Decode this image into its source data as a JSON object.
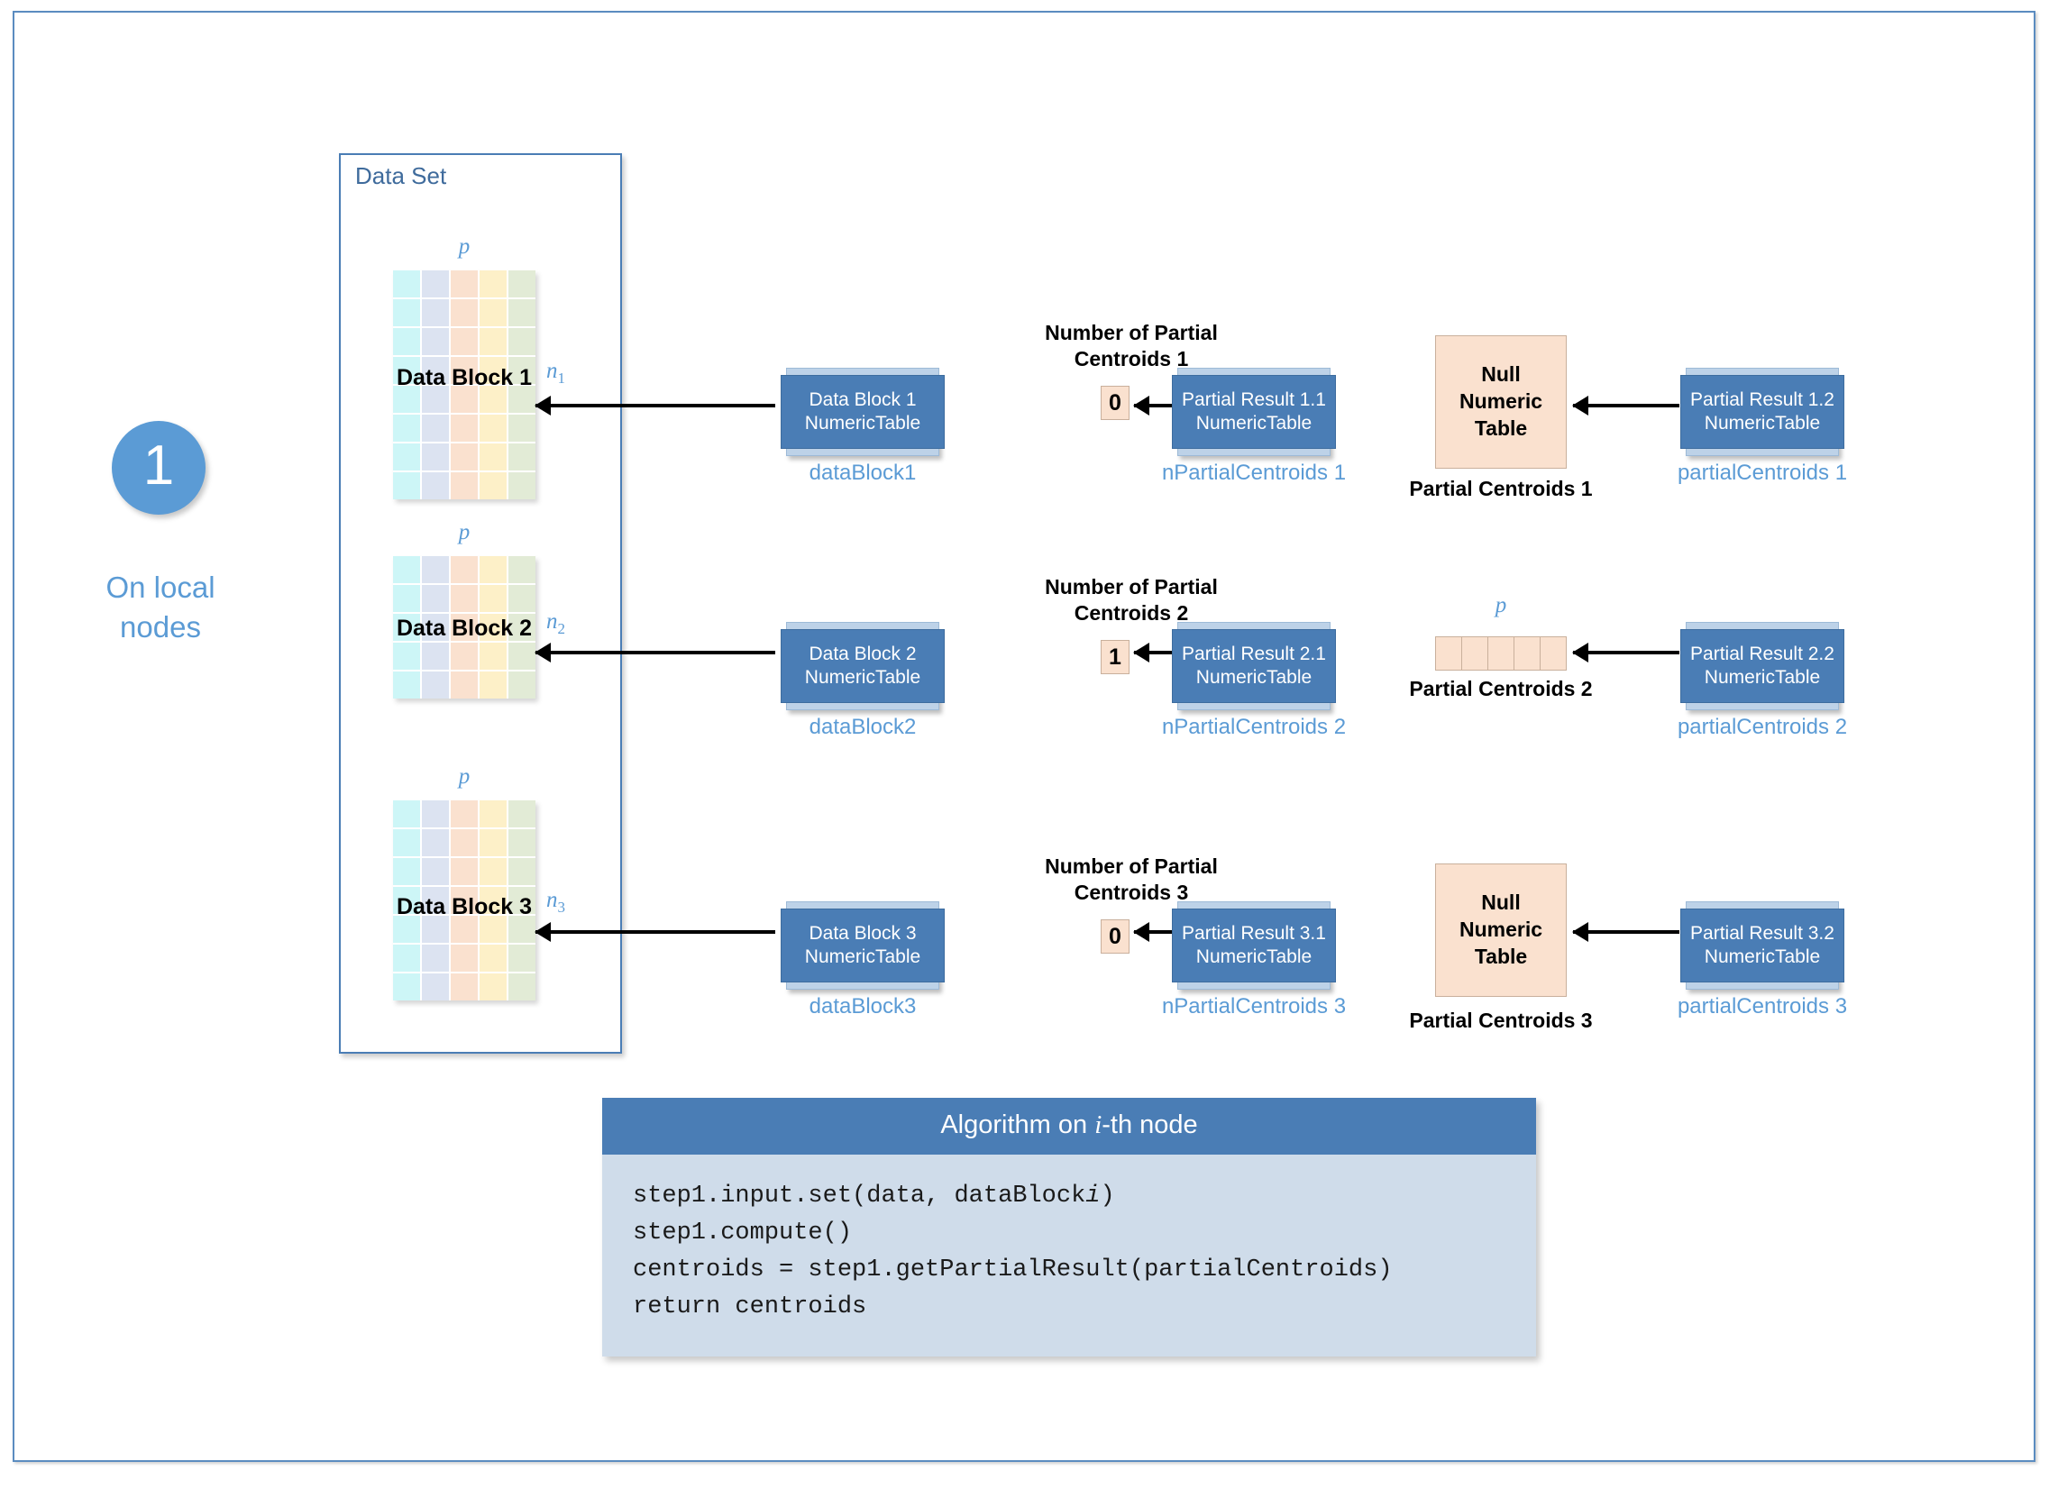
{
  "step": {
    "number": "1",
    "caption": "On local\nnodes"
  },
  "dataset": {
    "title": "Data Set",
    "blocks": [
      {
        "p_label": "p",
        "name": "Data Block 1",
        "n_label": "n",
        "n_sub": "1",
        "rows": 8,
        "cols": 5
      },
      {
        "p_label": "p",
        "name": "Data Block 2",
        "n_label": "n",
        "n_sub": "2",
        "rows": 5,
        "cols": 5
      },
      {
        "p_label": "p",
        "name": "Data Block 3",
        "n_label": "n",
        "n_sub": "3",
        "rows": 7,
        "cols": 5
      }
    ]
  },
  "rows": [
    {
      "data_block_table": {
        "line1": "Data Block 1",
        "line2": "NumericTable"
      },
      "data_block_caption": "dataBlock1",
      "npc_heading": "Number of Partial\nCentroids 1",
      "npc_value": "0",
      "npc_table": {
        "line1": "Partial Result 1.1",
        "line2": "NumericTable"
      },
      "npc_caption": "nPartialCentroids 1",
      "centroids_kind": "null-table",
      "centroids_null_text": "Null\nNumeric\nTable",
      "centroids_heading": "Partial Centroids 1",
      "centroids_p_label": "",
      "pc_table": {
        "line1": "Partial Result 1.2",
        "line2": "NumericTable"
      },
      "pc_caption": "partialCentroids 1"
    },
    {
      "data_block_table": {
        "line1": "Data Block 2",
        "line2": "NumericTable"
      },
      "data_block_caption": "dataBlock2",
      "npc_heading": "Number of Partial\nCentroids 2",
      "npc_value": "1",
      "npc_table": {
        "line1": "Partial Result 2.1",
        "line2": "NumericTable"
      },
      "npc_caption": "nPartialCentroids 2",
      "centroids_kind": "strip",
      "centroids_null_text": "",
      "centroids_heading": "Partial Centroids 2",
      "centroids_p_label": "p",
      "pc_table": {
        "line1": "Partial Result 2.2",
        "line2": "NumericTable"
      },
      "pc_caption": "partialCentroids 2"
    },
    {
      "data_block_table": {
        "line1": "Data Block 3",
        "line2": "NumericTable"
      },
      "data_block_caption": "dataBlock3",
      "npc_heading": "Number of Partial\nCentroids 3",
      "npc_value": "0",
      "npc_table": {
        "line1": "Partial Result 3.1",
        "line2": "NumericTable"
      },
      "npc_caption": "nPartialCentroids 3",
      "centroids_kind": "null-table",
      "centroids_null_text": "Null\nNumeric\nTable",
      "centroids_heading": "Partial Centroids 3",
      "centroids_p_label": "",
      "pc_table": {
        "line1": "Partial Result 3.2",
        "line2": "NumericTable"
      },
      "pc_caption": "partialCentroids 3"
    }
  ],
  "algorithm": {
    "title_before": "Algorithm on ",
    "title_italic": "i",
    "title_after": "-th node",
    "code_lines": [
      {
        "before": "step1.input.set(data, dataBlock",
        "italic": "i",
        "after": ")"
      },
      {
        "before": "step1.compute()",
        "italic": "",
        "after": ""
      },
      {
        "before": "centroids = step1.getPartialResult(partialCentroids)",
        "italic": "",
        "after": ""
      },
      {
        "before": "return centroids",
        "italic": "",
        "after": ""
      }
    ]
  },
  "colors": {
    "accent_blue": "#5b9bd5",
    "box_blue": "#4a7db5",
    "panel_blue": "#cfdcea",
    "peach": "#fae1cf",
    "col0": "#cdf6f7",
    "col1": "#dce3f1",
    "col2": "#fae1cf",
    "col3": "#fdf0c8",
    "col4": "#e2ebd6"
  }
}
